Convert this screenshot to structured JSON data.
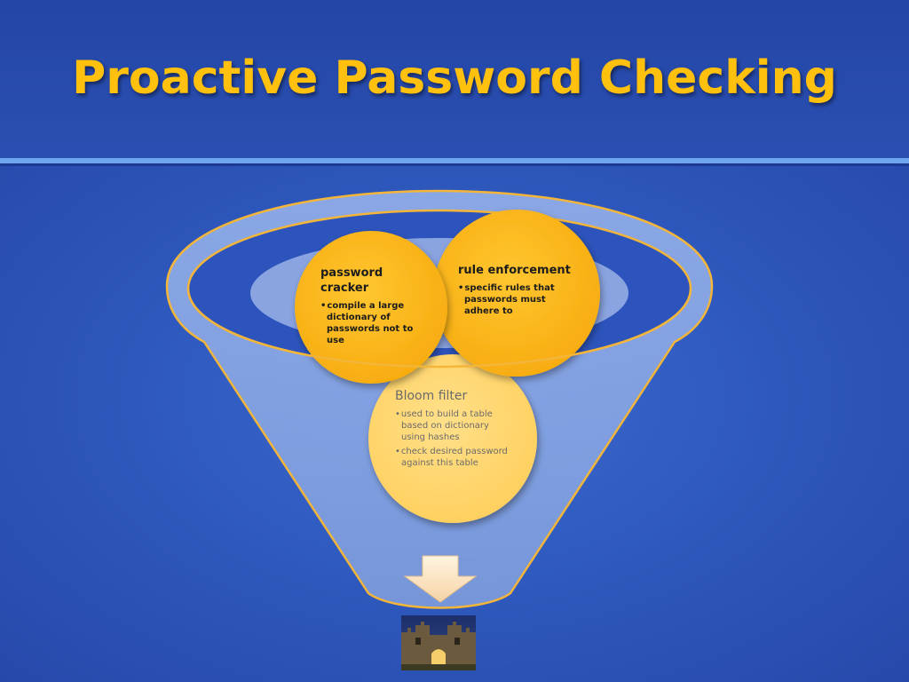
{
  "slide": {
    "title": "Proactive Password Checking"
  },
  "diagram": {
    "circles": [
      {
        "id": "password-cracker",
        "heading": "password cracker",
        "bullets": [
          "compile a large dictionary of passwords not to use"
        ]
      },
      {
        "id": "rule-enforcement",
        "heading": "rule enforcement",
        "bullets": [
          "specific rules that passwords must adhere to"
        ]
      },
      {
        "id": "bloom-filter",
        "heading": "Bloom filter",
        "bullets": [
          "used to build a table based on dictionary using hashes",
          "check desired password against this table"
        ]
      }
    ],
    "icons": {
      "arrow": "down-arrow-icon",
      "castle": "castle-image"
    },
    "colors": {
      "title": "#ffc10e",
      "circle_gold": "#ffb81c",
      "circle_light": "#ffd86e",
      "funnel_fill": "#8aa7e3",
      "funnel_stroke": "#f3b53a",
      "background": "#2c52b8"
    }
  }
}
